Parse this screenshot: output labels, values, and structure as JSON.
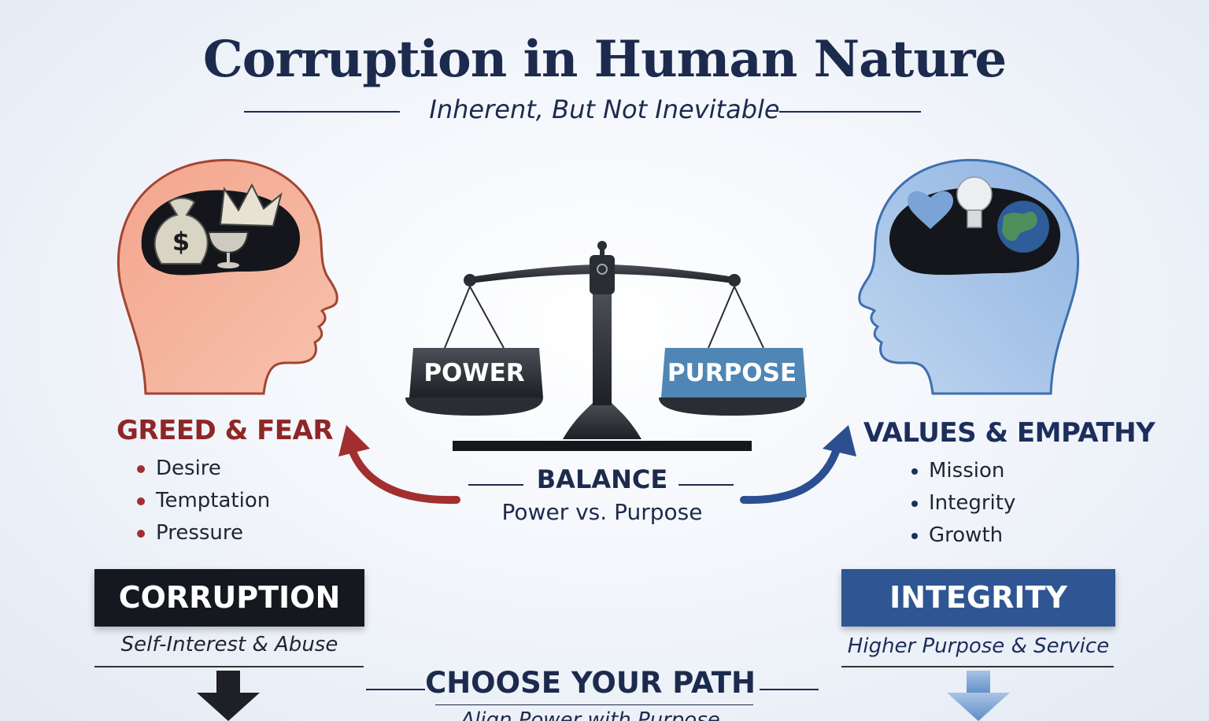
{
  "title": "Corruption in Human Nature",
  "subtitle": "Inherent, But Not Inevitable",
  "scale": {
    "left_pan_label": "POWER",
    "right_pan_label": "PURPOSE",
    "caption_title": "BALANCE",
    "caption_sub": "Power vs. Purpose"
  },
  "left": {
    "heading": "GREED & FEAR",
    "bullets": [
      "Desire",
      "Temptation",
      "Pressure"
    ],
    "banner": "CORRUPTION",
    "tagline": "Self-Interest & Abuse",
    "icons": [
      "money-bag-icon",
      "crown-icon",
      "goblet-icon"
    ],
    "accent": "#9b2a2a"
  },
  "right": {
    "heading": "VALUES & EMPATHY",
    "bullets": [
      "Mission",
      "Integrity",
      "Growth"
    ],
    "banner": "INTEGRITY",
    "tagline": "Higher Purpose & Service",
    "icons": [
      "heart-icon",
      "lightbulb-icon",
      "globe-icon"
    ],
    "accent": "#2b4f8f"
  },
  "bottom": {
    "title": "CHOOSE YOUR PATH",
    "sub_partial": "Align Power with Purpose"
  }
}
